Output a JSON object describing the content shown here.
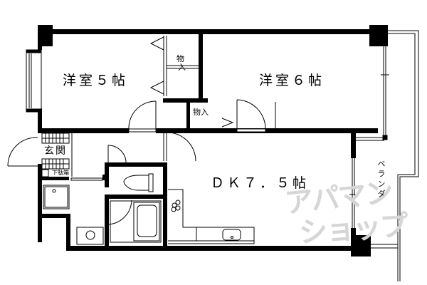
{
  "floor_plan": {
    "rooms": {
      "western_room_1": "洋室５帖",
      "western_room_2": "洋室６帖",
      "dining_kitchen": "ＤＫ７．５帖",
      "entrance": "玄関",
      "shoe_box": "下駄箱",
      "closet_1_top": "物",
      "closet_1_bottom": "入",
      "closet_2": "物入",
      "veranda": "ベランダ"
    },
    "watermark": {
      "line1": "アパマン",
      "line2": "ショップ"
    },
    "colors": {
      "wall": "#000000",
      "background": "#ffffff",
      "watermark": "#d6d6d6"
    }
  }
}
